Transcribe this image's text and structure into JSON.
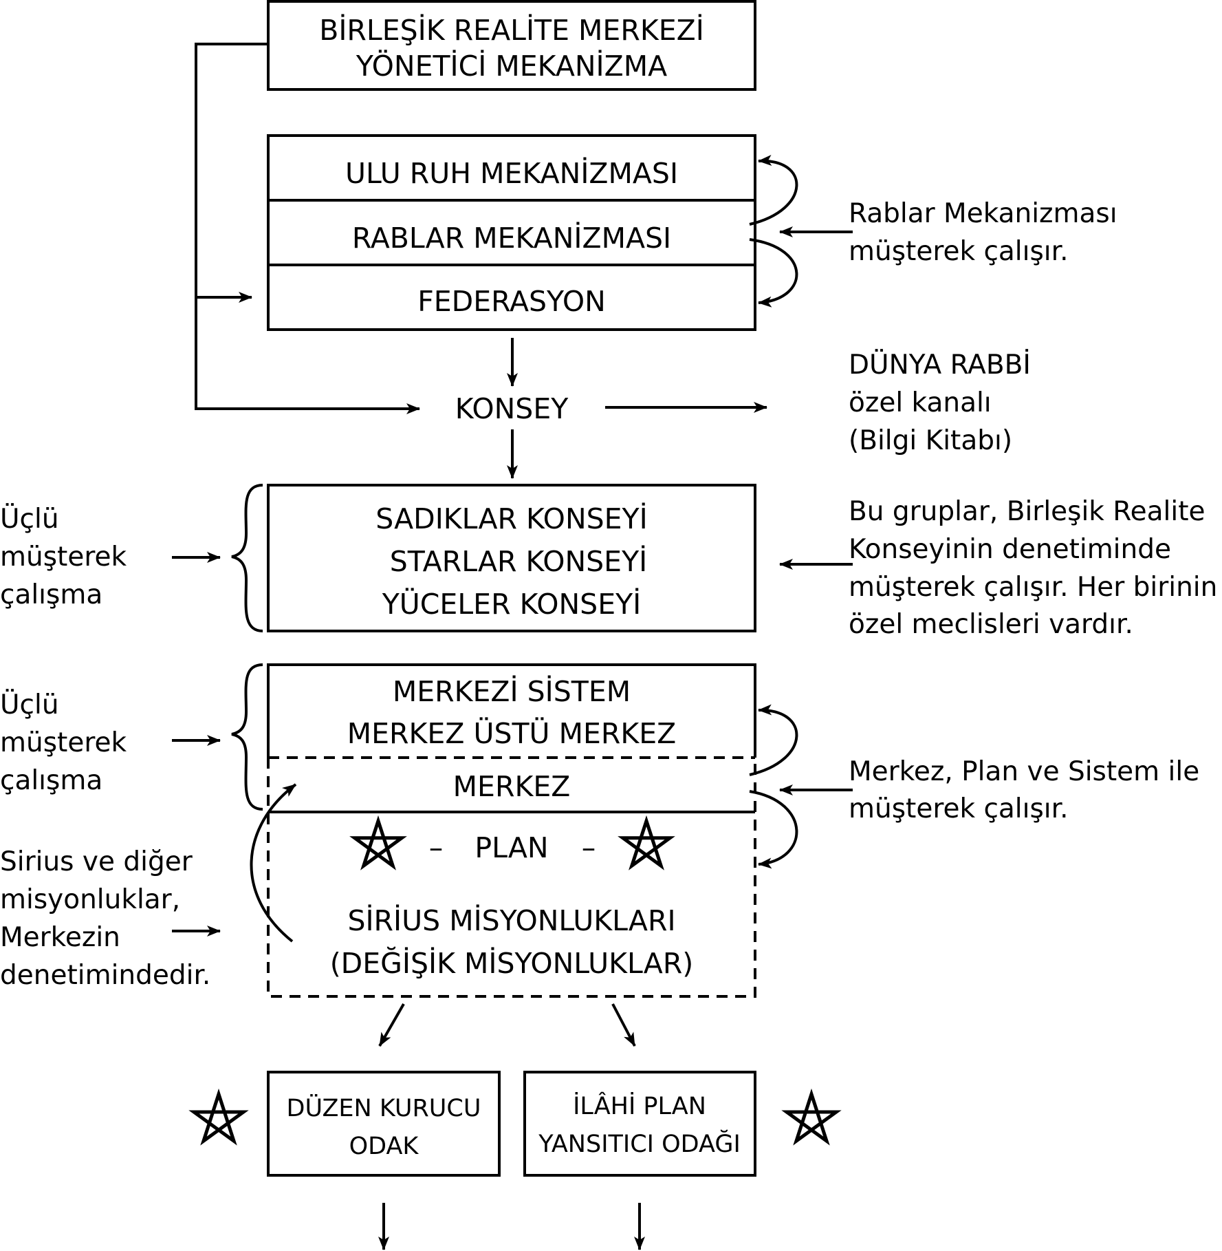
{
  "top_box": {
    "line1": "BİRLEŞİK REALİTE MERKEZİ",
    "line2": "YÖNETİCİ MEKANİZMA"
  },
  "mechanism_stack": {
    "row1": "ULU RUH MEKANİZMASI",
    "row2": "RABLAR MEKANİZMASI",
    "row3": "FEDERASYON"
  },
  "rablar_note": {
    "line1": "Rablar Mekanizması",
    "line2": "müşterek çalışır."
  },
  "konsey": {
    "label": "KONSEY"
  },
  "dunya_rabbi": {
    "line1": "DÜNYA RABBİ",
    "line2": "özel kanalı",
    "line3": "(Bilgi Kitabı)"
  },
  "councils_box": {
    "line1": "SADIKLAR KONSEYİ",
    "line2": "STARLAR KONSEYİ",
    "line3": "YÜCELER KONSEYİ"
  },
  "left_note_1": {
    "line1": "Üçlü",
    "line2": "müşterek",
    "line3": "çalışma"
  },
  "councils_note": {
    "line1": "Bu gruplar, Birleşik Realite",
    "line2": "Konseyinin denetiminde",
    "line3": "müşterek çalışır. Her birinin",
    "line4": "özel meclisleri vardır."
  },
  "system_box": {
    "line1": "MERKEZİ SİSTEM",
    "line2": "MERKEZ ÜSTÜ MERKEZ",
    "merkez": "MERKEZ",
    "plan_dash_left": "–",
    "plan": "PLAN",
    "plan_dash_right": "–",
    "sirius1": "SİRİUS MİSYONLUKLARI",
    "sirius2": "(DEĞİŞİK MİSYONLUKLAR)"
  },
  "left_note_2": {
    "line1": "Üçlü",
    "line2": "müşterek",
    "line3": "çalışma"
  },
  "merkez_note": {
    "line1": "Merkez, Plan ve Sistem ile",
    "line2": "müşterek çalışır."
  },
  "sirius_note": {
    "line1": "Sirius ve diğer",
    "line2": "misyonluklar,",
    "line3": "Merkezin",
    "line4": "denetimindedir."
  },
  "focus_left": {
    "line1": "DÜZEN KURUCU",
    "line2": "ODAK"
  },
  "focus_right": {
    "line1": "İLÂHİ PLAN",
    "line2": "YANSITICI ODAĞI"
  },
  "icons": {
    "star": "pentagram-star-icon",
    "arrow": "arrow-icon",
    "brace": "curly-brace-icon"
  },
  "colors": {
    "ink": "#000000",
    "background": "#ffffff"
  }
}
